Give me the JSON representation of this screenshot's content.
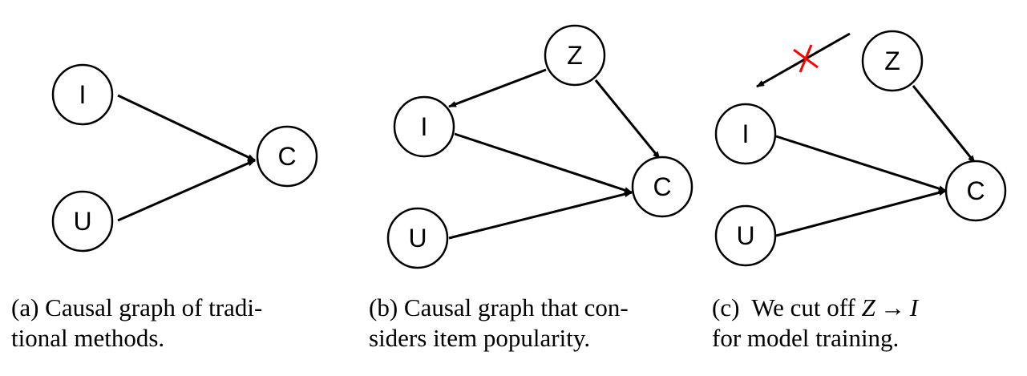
{
  "panels": [
    {
      "id": "a",
      "nodes": {
        "I": "I",
        "U": "U",
        "C": "C"
      },
      "caption": {
        "line1": "(a)  Causal graph of tradi-",
        "line2": "tional methods."
      }
    },
    {
      "id": "b",
      "nodes": {
        "Z": "Z",
        "I": "I",
        "U": "U",
        "C": "C"
      },
      "caption": {
        "line1": "(b)  Causal graph that con-",
        "line2": "siders item popularity."
      }
    },
    {
      "id": "c",
      "nodes": {
        "Z": "Z",
        "I": "I",
        "U": "U",
        "C": "C"
      },
      "caption": {
        "prefix": "(c)  We cut off ",
        "from": "Z",
        "arrow": "→",
        "to": "I",
        "line2": "for model training."
      }
    }
  ],
  "colors": {
    "cut_mark": "#ff0000",
    "stroke": "#000000"
  }
}
